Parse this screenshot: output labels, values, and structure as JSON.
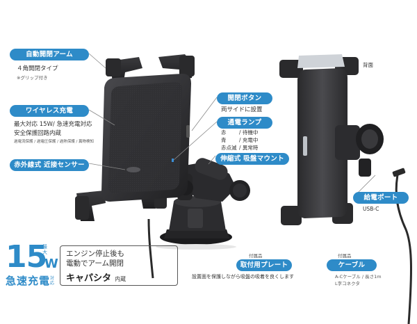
{
  "labels": {
    "auto_arm": "自動開閉アーム",
    "auto_arm_desc": "４角開閉タイプ",
    "auto_arm_note": "※グリップ付き",
    "wireless": "ワイヤレス充電",
    "wireless_desc1": "最大対応 15W/ 急速充電対応",
    "wireless_desc2": "安全保護回路内蔵",
    "wireless_desc3": "過電流保護 / 過電圧保護 / 過熱保護 / 異物検知",
    "ir_sensor": "赤外線式 近接センサー",
    "open_button": "開閉ボタン",
    "open_button_desc": "両サイドに設置",
    "lamp": "通電ランプ",
    "lamp_rows": [
      {
        "color": "赤",
        "state": "待機中"
      },
      {
        "color": "青",
        "state": "充電中"
      },
      {
        "color": "赤点滅",
        "state": "異常時"
      }
    ],
    "mount": "伸縮式 吸盤マウント",
    "back": "背面",
    "port": "給電ポート",
    "port_type": "USB-C",
    "cable_tag": "付属品",
    "cable": "ケーブル",
    "cable_desc1": "A-Cケーブル / 長さ1m",
    "cable_desc2": "L字コネクタ",
    "plate_tag": "付属品",
    "plate": "取付用プレート",
    "plate_desc": "設置面を保護しながら吸盤の吸着を良くします"
  },
  "promo": {
    "big_number": "15",
    "unit": "W",
    "max": "最大",
    "fast_charge": "急速充電",
    "fast_note": "対応",
    "capacitor_line1": "エンジン停止後も",
    "capacitor_line2": "電動でアーム開閉",
    "capacitor_line3": "キャパシタ",
    "capacitor_suffix": "内蔵"
  },
  "colors": {
    "accent": "#2e8bc8",
    "device_dark": "#2b2b2d",
    "device_mid": "#3c3c3f",
    "lead_line": "#888888"
  }
}
